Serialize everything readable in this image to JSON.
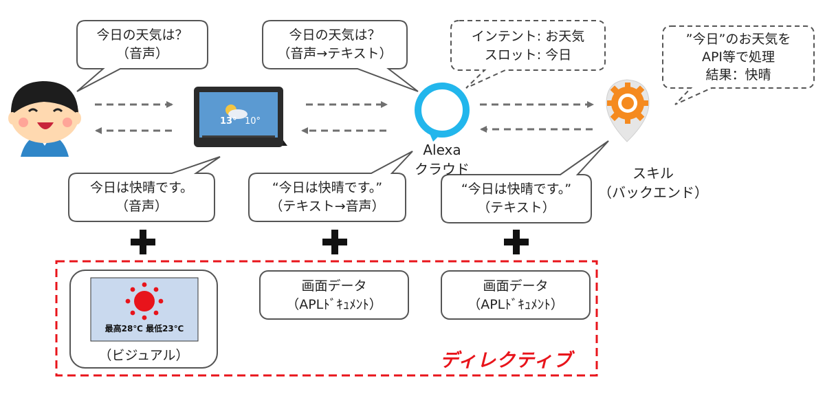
{
  "bubbles": {
    "user_query": "今日の天気は？\n（音声）",
    "device_to_alexa": "今日の天気は？\n（音声→テキスト）",
    "alexa_intent": "インテント: お天気\nスロット: 今日",
    "skill_processing": "”今日”のお天気を\nAPI等で処理\n結果：快晴",
    "device_to_user": "今日は快晴です。\n（音声）",
    "alexa_to_device": "“今日は快晴です。”\n（テキスト→音声）",
    "skill_to_alexa": "“今日は快晴です。”\n（テキスト）"
  },
  "labels": {
    "alexa_cloud": "Alexa\nクラウド",
    "skill": "スキル\n（バックエンド）"
  },
  "device_screen": {
    "temp_high": "13°",
    "temp_low": "10°"
  },
  "directive": {
    "title": "ディレクティブ",
    "visual_caption": "最高28℃ 最低23℃",
    "visual_label": "（ビジュアル）",
    "apl_box_1": "画面データ\n（APLﾄﾞｷｭﾒﾝﾄ）",
    "apl_box_2": "画面データ\n（APLﾄﾞｷｭﾒﾝﾄ）"
  },
  "colors": {
    "directive_border": "#e8141b",
    "alexa_ring": "#22b6ec",
    "skill_orange": "#f58a1f",
    "sun_red": "#e8141b",
    "visual_panel_bg": "#c9d9ee",
    "arrow_gray": "#6f6f6f"
  },
  "icons": [
    "user-avatar-icon",
    "echo-show-device-icon",
    "alexa-logo-icon",
    "skill-gear-icon",
    "sun-icon",
    "plus-icon"
  ]
}
